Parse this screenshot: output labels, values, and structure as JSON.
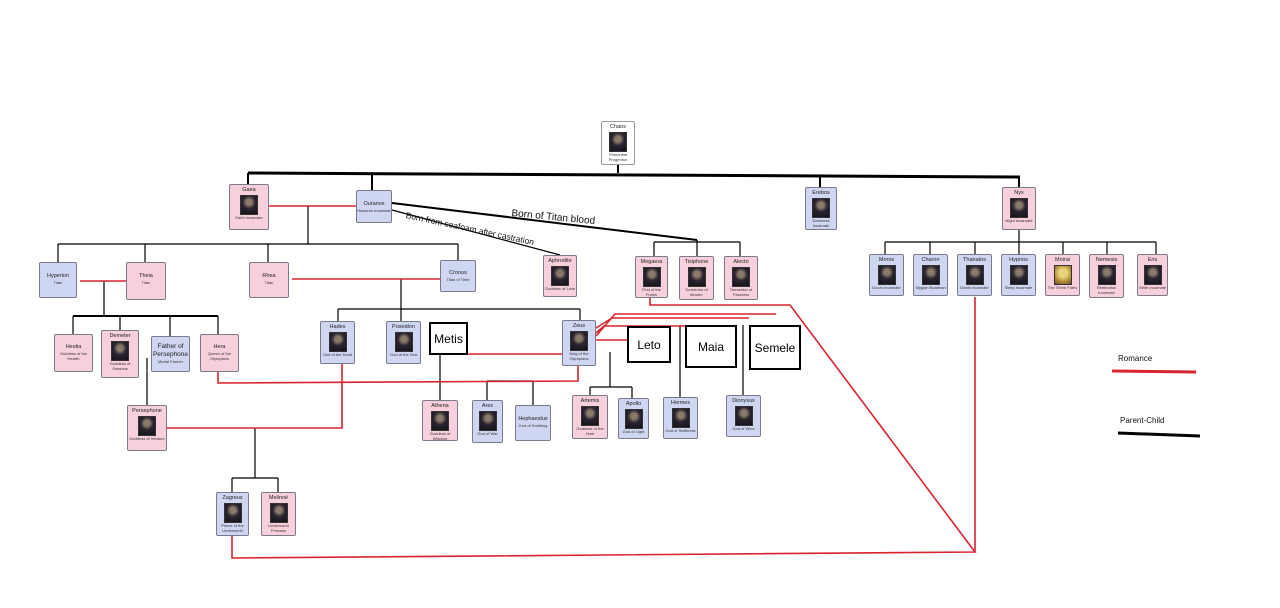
{
  "nodes": {
    "chaos": {
      "name": "Chaos",
      "title": "Primordial Progenitor"
    },
    "gaea": {
      "name": "Gaea",
      "title": "Earth Incarnate"
    },
    "ouranos": {
      "name": "Ouranos",
      "title": "Heavens Incarnate"
    },
    "erebos": {
      "name": "Erebos",
      "title": "Darkness Incarnate"
    },
    "nyx": {
      "name": "Nyx",
      "title": "Night Incarnate"
    },
    "hyperion": {
      "name": "Hyperion",
      "title": "Titan"
    },
    "theia": {
      "name": "Theia",
      "title": "Titan"
    },
    "rhea": {
      "name": "Rhea",
      "title": "Titan"
    },
    "cronus": {
      "name": "Cronus",
      "title": "Titan of Time"
    },
    "aphrodite": {
      "name": "Aphrodite",
      "title": "Goddess of Love"
    },
    "megaera": {
      "name": "Megaera",
      "title": "First of the Furies"
    },
    "tisiphone": {
      "name": "Tisiphone",
      "title": "Tormentor of Murder"
    },
    "alecto": {
      "name": "Alecto",
      "title": "Tormentor of Passions"
    },
    "moros": {
      "name": "Moros",
      "title": "Doom Incarnate"
    },
    "charon": {
      "name": "Charon",
      "title": "Stygian Boatman"
    },
    "thanatos": {
      "name": "Thanatos",
      "title": "Death Incarnate"
    },
    "hypnos": {
      "name": "Hypnos",
      "title": "Sleep Incarnate"
    },
    "moirai": {
      "name": "Moirai",
      "title": "The Three Fates"
    },
    "nemesis": {
      "name": "Nemesis",
      "title": "Retribution Incarnate"
    },
    "eris": {
      "name": "Eris",
      "title": "Strife Incarnate"
    },
    "hestia": {
      "name": "Hestia",
      "title": "Goddess of the Hearth"
    },
    "demeter": {
      "name": "Demeter",
      "title": "Goddess of Seasons"
    },
    "father": {
      "name": "Father of Persephone",
      "title": "Mortal Farmer"
    },
    "hera": {
      "name": "Hera",
      "title": "Queen of the Olympians"
    },
    "hades": {
      "name": "Hades",
      "title": "God of the Dead"
    },
    "poseidon": {
      "name": "Poseidon",
      "title": "God of the Sea"
    },
    "zeus": {
      "name": "Zeus",
      "title": "King of the Olympians"
    },
    "persephone": {
      "name": "Persephone",
      "title": "Goddess of Verdure"
    },
    "athena": {
      "name": "Athena",
      "title": "Goddess of Wisdom"
    },
    "ares": {
      "name": "Ares",
      "title": "God of War"
    },
    "hephaestus": {
      "name": "Hephaestus",
      "title": "God of Smithing"
    },
    "artemis": {
      "name": "Artemis",
      "title": "Goddess of the Hunt"
    },
    "apollo": {
      "name": "Apollo",
      "title": "God of Light"
    },
    "hermes": {
      "name": "Hermes",
      "title": "God of Swiftness"
    },
    "dionysus": {
      "name": "Dionysus",
      "title": "God of Wine"
    },
    "zagreus": {
      "name": "Zagreus",
      "title": "Prince of the Underworld"
    },
    "melinoe": {
      "name": "Melinoë",
      "title": "Underworld Princess"
    },
    "metis": {
      "name": "Metis"
    },
    "leto": {
      "name": "Leto"
    },
    "maia": {
      "name": "Maia"
    },
    "semele": {
      "name": "Semele"
    }
  },
  "annotations": {
    "titan_blood": "Born of Titan blood",
    "seafoam": "Born from seafoam after castration"
  },
  "legend": {
    "romance": "Romance",
    "parent_child": "Parent-Child",
    "romance_color": "#d9232e",
    "parent_child_color": "#000000"
  }
}
